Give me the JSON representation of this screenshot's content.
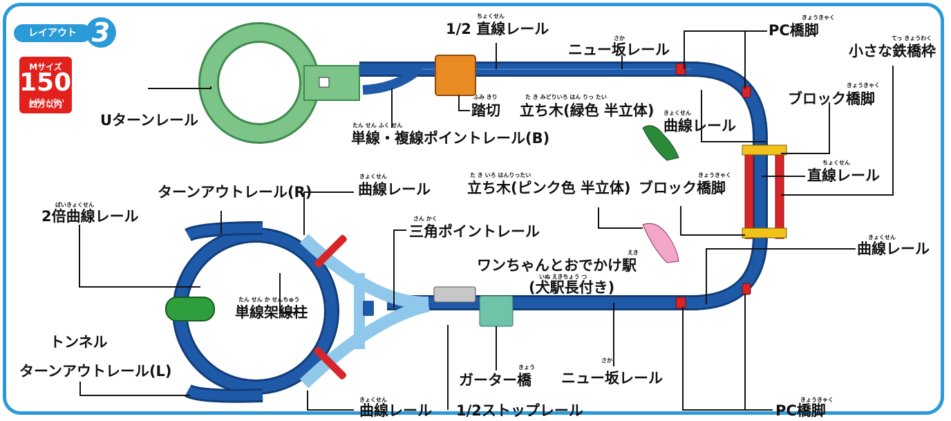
{
  "layout_badge": {
    "text": "レイアウト",
    "number": "3"
  },
  "size_badge": {
    "line1": "Mサイズ",
    "number": "150",
    "unit": "cm",
    "line3": "四方以内"
  },
  "labels": {
    "half_straight": "1/2 直線レール",
    "new_slope_top": "ニュー坂レール",
    "pc_pier_top": "PC橋脚",
    "small_iron_bridge": "小さな鉄橋枠",
    "u_turn": "Uターンレール",
    "crossing": "踏切",
    "tree_green": "立ち木(緑色 半立体)",
    "curve_top_right": "曲線レール",
    "block_pier_top": "ブロック橋脚",
    "single_double_point": "単線・複線ポイントレール(B)",
    "straight": "直線レール",
    "turnout_r": "ターンアウトレール(R)",
    "curve_mid": "曲線レール",
    "tree_pink": "立ち木(ピンク色 半立体)",
    "block_pier_mid": "ブロック橋脚",
    "double_curve": "2倍曲線レール",
    "triangle_point": "三角ポイントレール",
    "curve_right_bottom": "曲線レール",
    "station": "ワンちゃんとおでかけ駅",
    "station_sub": "(犬駅長付き)",
    "overhead_pole": "単線架線柱",
    "tunnel": "トンネル",
    "turnout_l": "ターンアウトレール(L)",
    "girder_bridge": "ガーター橋",
    "new_slope_bottom": "ニュー坂レール",
    "curve_bottom": "曲線レール",
    "half_stop": "1/2ストップレール",
    "pc_pier_bottom": "PC橋脚"
  },
  "ruby": {
    "chokusen": "ちょくせん",
    "saka": "さか",
    "kyoukyaku": "きょうきゃく",
    "tetsukyouwaku": "てっ きょうわく",
    "fumikiri": "ふみ きり",
    "tachiki_midori": "た き みどりいろ はん りっ たい",
    "kyokusen": "きょくせん",
    "tansen_fukusen": "たん せん ふく せん",
    "baikyokusen": "ばいきょくせん",
    "tachiki_pink": "た き いろ はんりったい",
    "sankaku": "さん かく",
    "eki": "えき",
    "inu_ekichou": "いぬ えきちょう つ",
    "tansen_kasenchuu": "たん せん か せんちゅう",
    "kyou": "きょう",
    "size_ruby": "しほう いない"
  },
  "colors": {
    "frame": "#2a9ad8",
    "track_blue": "#1f5aa8",
    "track_dark": "#123d7a",
    "uturn_green": "#7cc488",
    "triangle_light": "#8fc8ea",
    "bridge_red": "#d6262a",
    "bridge_yellow": "#f2c21a",
    "crossing_orange": "#ea8a22",
    "tunnel_green": "#2f9e3e",
    "tree_green": "#2a8a3a",
    "tree_pink": "#f3a6c8",
    "girder_teal": "#6fc3a8",
    "station_gray": "#c7c7c7",
    "point_yellow": "#f2d01a"
  }
}
